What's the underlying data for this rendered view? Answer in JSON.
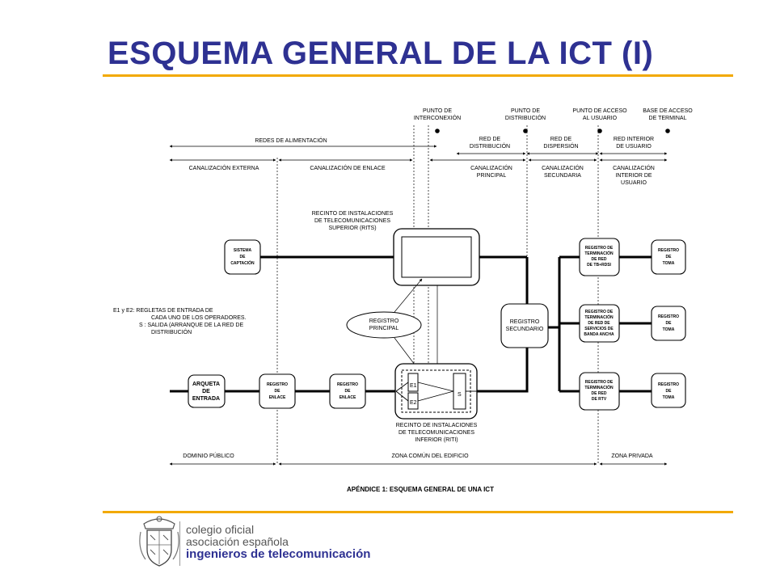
{
  "page": {
    "title": "ESQUEMA GENERAL DE LA ICT (I)",
    "accent_color": "#f2a900",
    "title_color": "#2e3192"
  },
  "diagram": {
    "caption": "APÉNDICE 1: ESQUEMA GENERAL DE UNA ICT",
    "points": {
      "interconexion": [
        "PUNTO DE",
        "INTERCONEXIÓN"
      ],
      "distribucion": [
        "PUNTO DE",
        "DISTRIBUCIÓN"
      ],
      "acceso": [
        "PUNTO DE ACCESO",
        "AL USUARIO"
      ],
      "base": [
        "BASE DE ACCESO",
        "DE TERMINAL"
      ]
    },
    "networks": {
      "alimentacion": "REDES DE ALIMENTACIÓN",
      "distribucion": [
        "RED DE",
        "DISTRIBUCIÓN"
      ],
      "dispersion": [
        "RED DE",
        "DISPERSIÓN"
      ],
      "interior": [
        "RED INTERIOR",
        "DE USUARIO"
      ]
    },
    "canalizaciones": {
      "externa": "CANALIZACIÓN EXTERNA",
      "enlace": "CANALIZACIÓN DE ENLACE",
      "principal": [
        "CANALIZACIÓN",
        "PRINCIPAL"
      ],
      "secundaria": [
        "CANALIZACIÓN",
        "SECUNDARIA"
      ],
      "interior": [
        "CANALIZACIÓN",
        "INTERIOR DE",
        "USUARIO"
      ]
    },
    "rits_label": [
      "RECINTO DE INSTALACIONES",
      "DE TELECOMUNICACIONES",
      "SUPERIOR (RITS)"
    ],
    "riti_label": [
      "RECINTO DE INSTALACIONES",
      "DE TELECOMUNICACIONES",
      "INFERIOR (RITI)"
    ],
    "boxes": {
      "sistema": [
        "SISTEMA",
        "DE",
        "CAPTACIÓN"
      ],
      "arqueta": [
        "ARQUETA",
        "DE",
        "ENTRADA"
      ],
      "registro_enlace": [
        "REGISTRO",
        "DE",
        "ENLACE"
      ],
      "registro_principal": [
        "REGISTRO",
        "PRINCIPAL"
      ],
      "registro_secundario": [
        "REGISTRO",
        "SECUNDARIO"
      ],
      "rtr_rdsi": [
        "REGISTRO DE",
        "TERMINACIÓN",
        "DE RED",
        "DE TB+RDSI"
      ],
      "rtr_banda": [
        "REGISTRO DE",
        "TERMINACIÓN",
        "DE RED DE",
        "SERVICIOS DE",
        "BANDA ANCHA"
      ],
      "rtr_rtv": [
        "REGISTRO DE",
        "TERMINACIÓN",
        "DE RED",
        "DE RTV"
      ],
      "registro_toma": [
        "REGISTRO",
        "DE",
        "TOMA"
      ],
      "e1": "E1",
      "e2": "E2",
      "s": "S"
    },
    "legend": [
      "E1 y E2: REGLETAS DE ENTRADA DE",
      "CADA UNO DE LOS OPERADORES.",
      "S   : SALIDA (ARRANQUE DE LA RED DE",
      "DISTRIBUCIÓN"
    ],
    "zones": {
      "publico": "DOMINIO PÚBLICO",
      "comun": "ZONA COMÚN DEL EDIFICIO",
      "privada": "ZONA PRIVADA"
    }
  },
  "footer": {
    "line1": "colegio oficial",
    "line2": "asociación española",
    "line3": "ingenieros de telecomunicación"
  }
}
